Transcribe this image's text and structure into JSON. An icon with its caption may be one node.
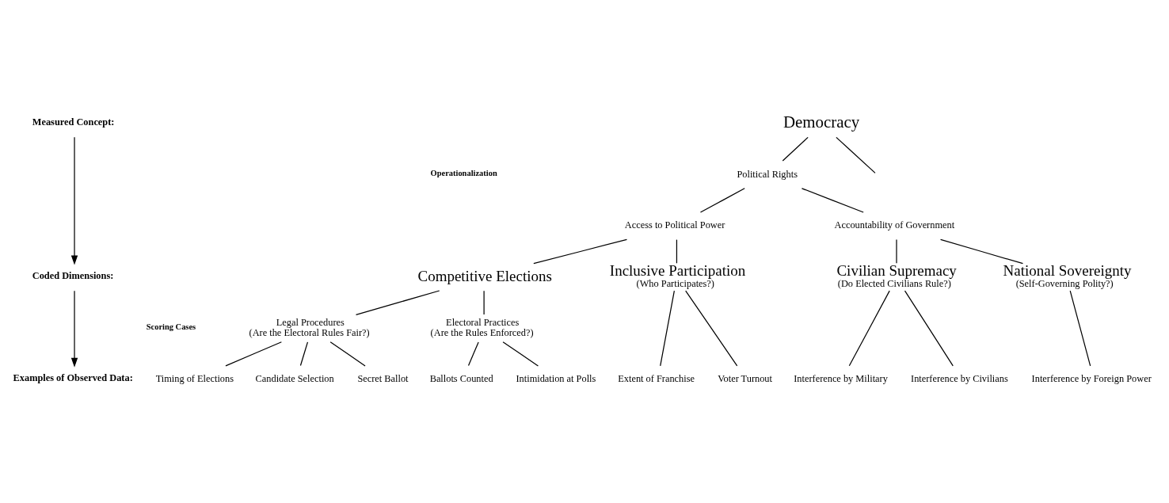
{
  "diagram": {
    "nodes": [
      {
        "text": [
          "Democracy"
        ]
      },
      {
        "text": [
          "Political Rights"
        ]
      },
      {
        "text": [
          "Access to Political Power"
        ]
      },
      {
        "text": [
          "Accountability of Government"
        ]
      },
      {
        "text": [
          "Competitive Elections"
        ]
      },
      {
        "text": [
          "Inclusive Participation",
          "(Who Participates?)"
        ]
      },
      {
        "text": [
          "Civilian Supremacy",
          "(Do Elected Civilians Rule?)"
        ]
      },
      {
        "text": [
          "National Sovereignty",
          "(Self-Governing Polity?)"
        ]
      },
      {
        "text": [
          "Legal Procedures",
          "(Are the Electoral Rules Fair?)"
        ]
      },
      {
        "text": [
          "Electoral Practices",
          "(Are the Rules Enforced?)"
        ]
      },
      {
        "text": [
          "Timing of Elections"
        ]
      },
      {
        "text": [
          "Candidate Selection"
        ]
      },
      {
        "text": [
          "Secret Ballot"
        ]
      },
      {
        "text": [
          "Ballots Counted"
        ]
      },
      {
        "text": [
          "Intimidation at Polls"
        ]
      },
      {
        "text": [
          "Extent of Franchise"
        ]
      },
      {
        "text": [
          "Voter Turnout"
        ]
      },
      {
        "text": [
          "Interference by Military"
        ]
      },
      {
        "text": [
          "Interference by Civilians"
        ]
      },
      {
        "text": [
          "Interference by Foreign Power"
        ]
      },
      {
        "text": [
          "Measured Concept:"
        ]
      },
      {
        "text": [
          "Coded Dimensions:"
        ]
      },
      {
        "text": [
          "Examples of Observed Data:"
        ]
      }
    ],
    "edges": [
      {
        "from": 0,
        "to": null,
        "arrow": "none"
      },
      {
        "from": 0,
        "to": 1,
        "arrow": "none"
      },
      {
        "from": 1,
        "to": 2,
        "arrow": "none"
      },
      {
        "from": 1,
        "to": 3,
        "arrow": "none"
      },
      {
        "from": 2,
        "to": 4,
        "arrow": "none"
      },
      {
        "from": 2,
        "to": 5,
        "arrow": "none"
      },
      {
        "from": 3,
        "to": 6,
        "arrow": "none"
      },
      {
        "from": 3,
        "to": 7,
        "arrow": "none"
      },
      {
        "from": 4,
        "to": 8,
        "arrow": "none"
      },
      {
        "from": 4,
        "to": 9,
        "arrow": "none"
      },
      {
        "from": 8,
        "to": 10,
        "arrow": "none"
      },
      {
        "from": 8,
        "to": 11,
        "arrow": "none"
      },
      {
        "from": 8,
        "to": 12,
        "arrow": "none"
      },
      {
        "from": 9,
        "to": 13,
        "arrow": "none"
      },
      {
        "from": 9,
        "to": 14,
        "arrow": "none"
      },
      {
        "from": 5,
        "to": 15,
        "arrow": "none"
      },
      {
        "from": 5,
        "to": 16,
        "arrow": "none"
      },
      {
        "from": 6,
        "to": 17,
        "arrow": "none"
      },
      {
        "from": 6,
        "to": 18,
        "arrow": "none"
      },
      {
        "from": 7,
        "to": 19,
        "arrow": "none"
      },
      {
        "from": 20,
        "to": 21,
        "arrow": "to"
      },
      {
        "from": 21,
        "to": 22,
        "arrow": "to"
      }
    ],
    "labels": [
      "Operationalization",
      "Scoring Cases"
    ]
  }
}
